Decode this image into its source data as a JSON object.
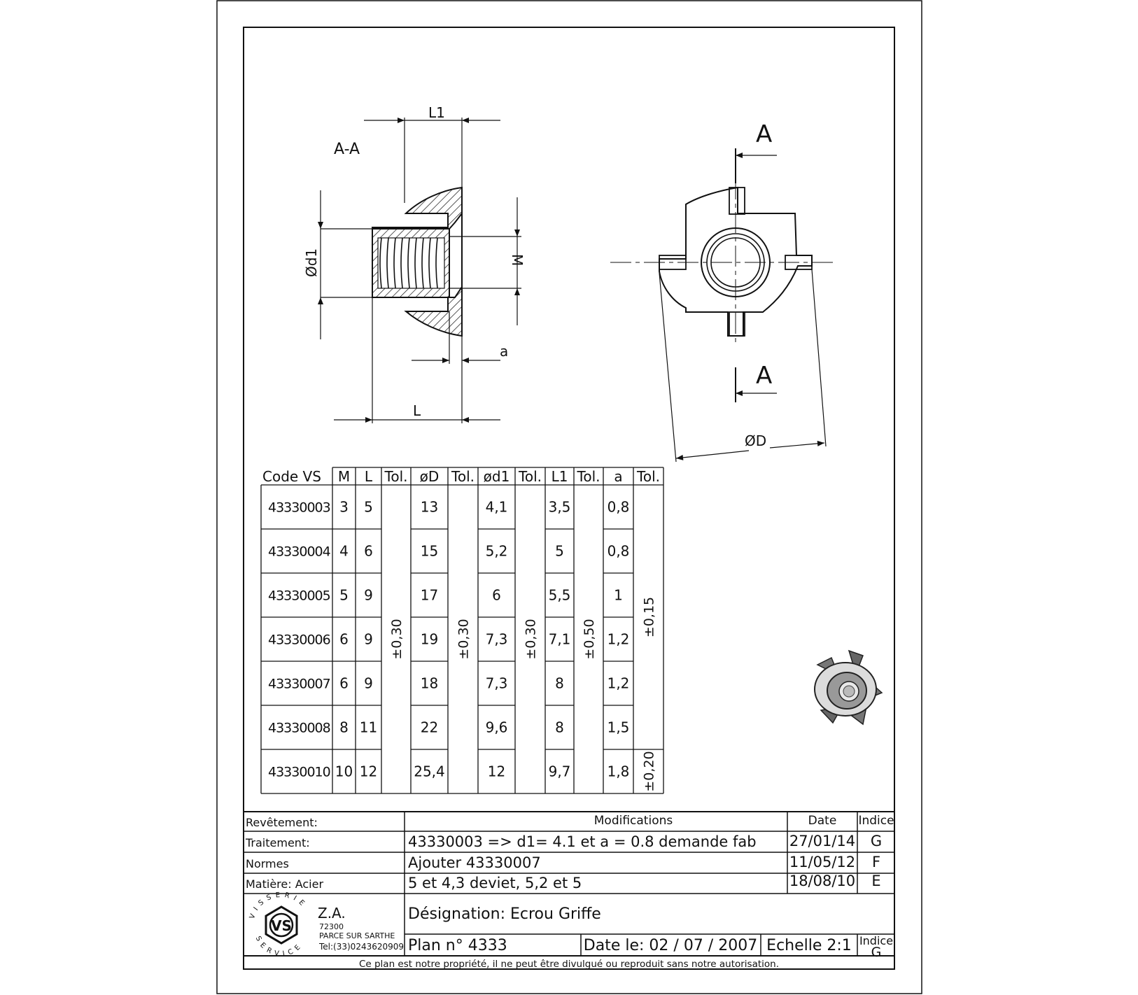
{
  "drawing": {
    "section_label": "A-A",
    "dim_L1": "L1",
    "dim_d1": "Ød1",
    "dim_M": "M",
    "dim_a": "a",
    "dim_L": "L",
    "cut_label_top": "A",
    "cut_label_bottom": "A",
    "dim_D": "ØD"
  },
  "table": {
    "headers": [
      "Code VS",
      "M",
      "L",
      "Tol.",
      "øD",
      "Tol.",
      "ød1",
      "Tol.",
      "L1",
      "Tol.",
      "a",
      "Tol."
    ],
    "rows": [
      {
        "code": "43330003",
        "M": "3",
        "L": "5",
        "D": "13",
        "d1": "4,1",
        "L1": "3,5",
        "a": "0,8"
      },
      {
        "code": "43330004",
        "M": "4",
        "L": "6",
        "D": "15",
        "d1": "5,2",
        "L1": "5",
        "a": "0,8"
      },
      {
        "code": "43330005",
        "M": "5",
        "L": "9",
        "D": "17",
        "d1": "6",
        "L1": "5,5",
        "a": "1"
      },
      {
        "code": "43330006",
        "M": "6",
        "L": "9",
        "D": "19",
        "d1": "7,3",
        "L1": "7,1",
        "a": "1,2"
      },
      {
        "code": "43330007",
        "M": "6",
        "L": "9",
        "D": "18",
        "d1": "7,3",
        "L1": "8",
        "a": "1,2"
      },
      {
        "code": "43330008",
        "M": "8",
        "L": "11",
        "D": "22",
        "d1": "9,6",
        "L1": "8",
        "a": "1,5"
      },
      {
        "code": "43330010",
        "M": "10",
        "L": "12",
        "D": "25,4",
        "d1": "12",
        "L1": "9,7",
        "a": "1,8"
      }
    ],
    "tol_L": "±0,30",
    "tol_D": "±0,30",
    "tol_d1": "±0,30",
    "tol_L1": "±0,50",
    "tol_a_main": "±0,15",
    "tol_a_last": "±0,20"
  },
  "title_block": {
    "revetement": "Revêtement:",
    "traitement": "Traitement:",
    "normes": "Normes",
    "matiere": "Matière: Acier",
    "modifications_header": "Modifications",
    "date_header": "Date",
    "indice_header": "Indice",
    "modifications": [
      {
        "text": "43330003 => d1= 4.1 et a = 0.8 demande fab",
        "date": "27/01/14",
        "indice": "G"
      },
      {
        "text": "Ajouter 43330007",
        "date": "11/05/12",
        "indice": "F"
      },
      {
        "text": "5 et 4,3 deviet, 5,2 et 5",
        "date": "18/08/10",
        "indice": "E"
      }
    ],
    "company": {
      "name": "Z.A.",
      "postcode": "72300",
      "city": "PARCE SUR SARTHE",
      "tel": "Tel:(33)0243620909",
      "logo_ring_top": "VISSERIE",
      "logo_ring_bottom": "SERVICE",
      "logo_letters": "VS"
    },
    "designation": "Désignation: Ecrou Griffe",
    "plan": "Plan n° 4333",
    "date_le": "Date le: 02 / 07 / 2007",
    "echelle": "Echelle 2:1",
    "indice_label": "Indice",
    "indice_value": "G",
    "footer": "Ce plan est notre propriété, il ne peut être divulgué ou reproduit sans notre autorisation."
  }
}
